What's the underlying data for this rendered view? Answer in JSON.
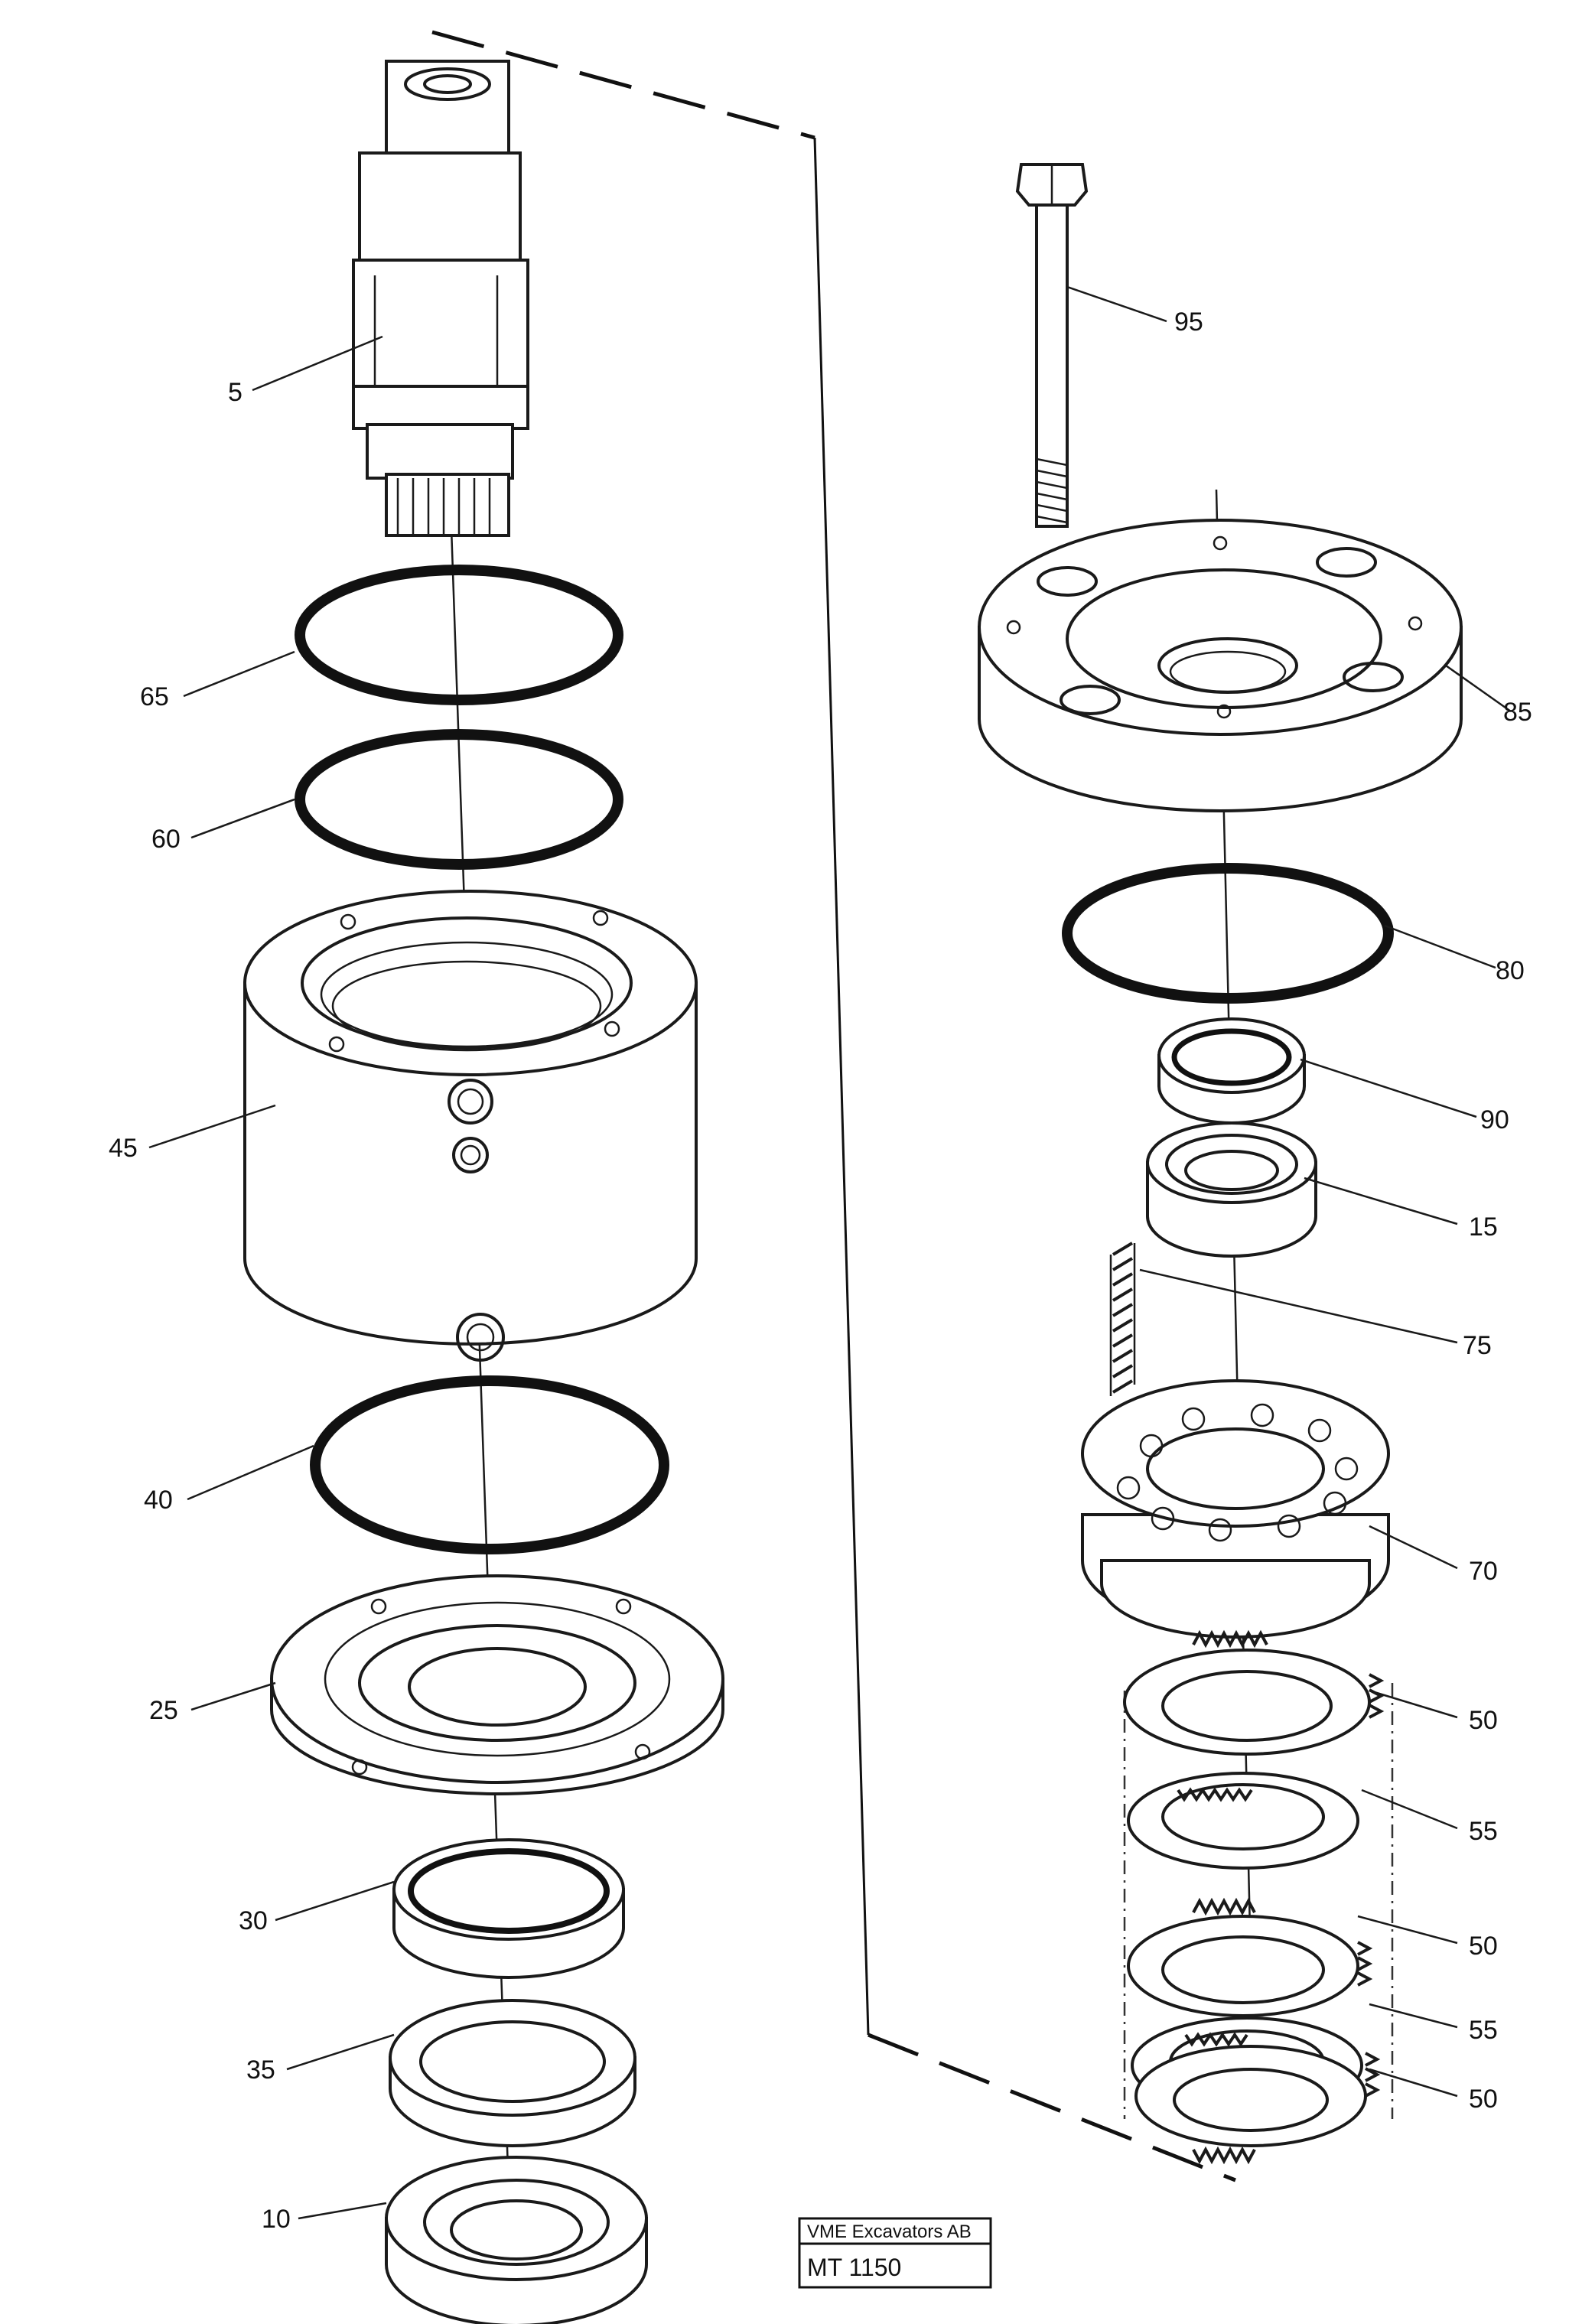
{
  "title_block": {
    "company": "VME Excavators AB",
    "drawing_number": "MT 1150"
  },
  "callouts": {
    "p5": "5",
    "p65": "65",
    "p60": "60",
    "p45": "45",
    "p40": "40",
    "p25": "25",
    "p30": "30",
    "p35": "35",
    "p10": "10",
    "p95": "95",
    "p85": "85",
    "p80": "80",
    "p90": "90",
    "p15": "15",
    "p75": "75",
    "p70": "70",
    "p50a": "50",
    "p55a": "55",
    "p50b": "50",
    "p55b": "55",
    "p50c": "50"
  }
}
